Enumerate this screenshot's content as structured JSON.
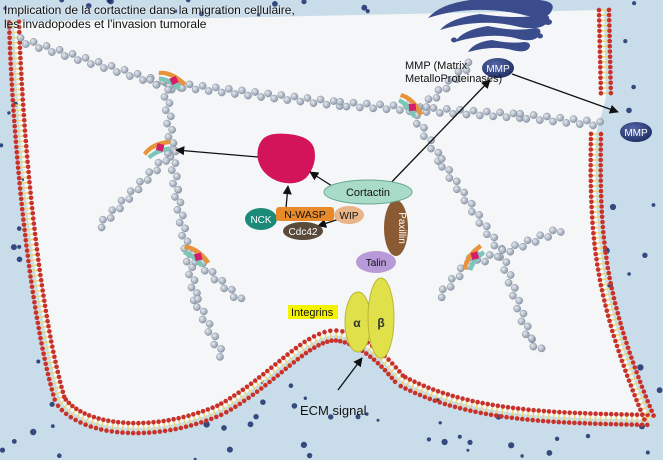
{
  "title": {
    "line1": "Implication de la cortactine dans la migration cellulaire,",
    "line2": "les invadopodes et l'invasion tumorale"
  },
  "labels": {
    "mmp_desc_1": "MMP (Matrix",
    "mmp_desc_2": "MetalloProteinases)",
    "mmp_inner": "MMP",
    "mmp_outer": "MMP",
    "cortactin": "Cortactin",
    "nck": "NCK",
    "nwasp": "N-WASP",
    "wip": "WIP",
    "cdc42": "Cdc42",
    "paxillin": "Paxillin",
    "talin": "Talin",
    "integrins": "Integrins",
    "alpha": "α",
    "beta": "β",
    "ecm_signal": "ECM signal"
  },
  "colors": {
    "extracellular": "#c9dcea",
    "cytoplasm": "#f4f6f7",
    "membrane_head": "#c8322a",
    "membrane_tail": "#e8d77a",
    "actin_bead": "#aab4c2",
    "arp_red": "#d41e6d",
    "arp_orange": "#e8923a",
    "arp_teal": "#7cc6b8",
    "arp23_complex": "#d4145a",
    "cortactin": "#a8dcc8",
    "nck": "#1b8a78",
    "nwasp": "#e88a2a",
    "wip": "#e8b488",
    "cdc42": "#5a4a3a",
    "paxillin": "#8a5a32",
    "talin": "#b89ad8",
    "integrin": "#e0e04a",
    "mmp": "#2a3d7a",
    "dots": "#1a2f6b"
  }
}
